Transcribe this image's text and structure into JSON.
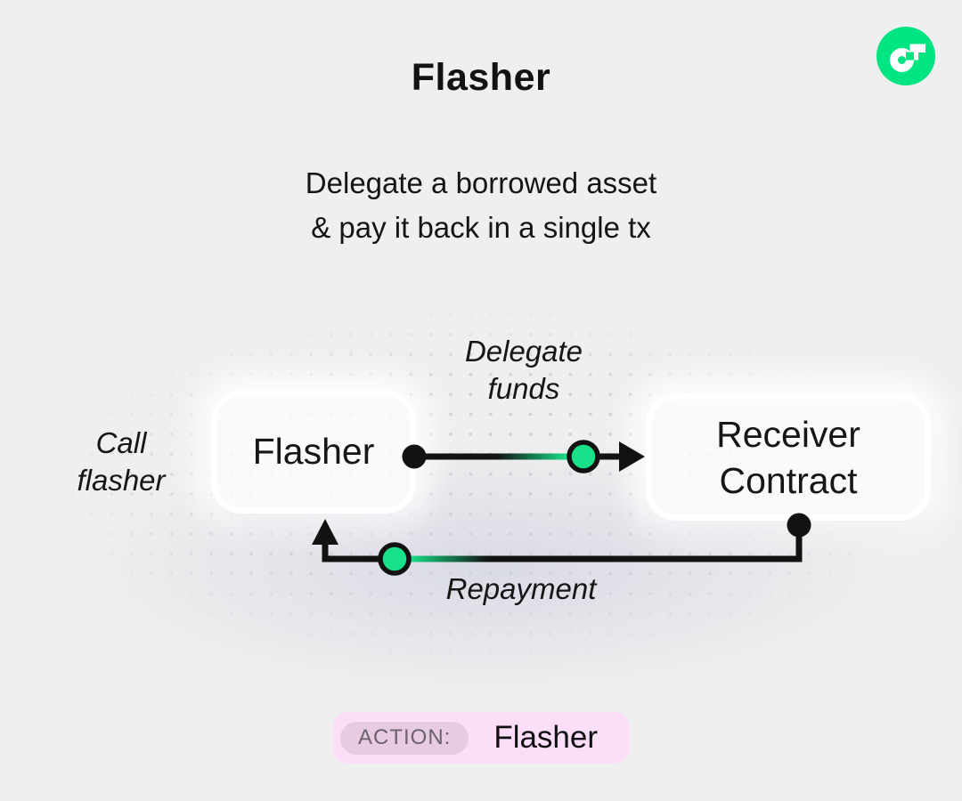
{
  "header": {
    "title": "Flasher",
    "subtitle_line1": "Delegate a borrowed asset",
    "subtitle_line2": "& pay it back in a single tx"
  },
  "diagram": {
    "flasher_node_label": "Flasher",
    "receiver_node_line1": "Receiver",
    "receiver_node_line2": "Contract",
    "delegate_label_line1": "Delegate",
    "delegate_label_line2": "funds",
    "repayment_label": "Repayment",
    "call_label_line1": "Call",
    "call_label_line2": "flasher"
  },
  "footer": {
    "action_label": "ACTION:",
    "action_value": "Flasher"
  },
  "colors": {
    "background": "#efefef",
    "ink": "#121212",
    "accent_green": "#18e18a",
    "logo_green": "#00e582",
    "badge_bg": "#fcdef9",
    "chip_bg": "#e6cbe3",
    "chip_text": "#6b626b",
    "dot": "#d2d2d9"
  }
}
